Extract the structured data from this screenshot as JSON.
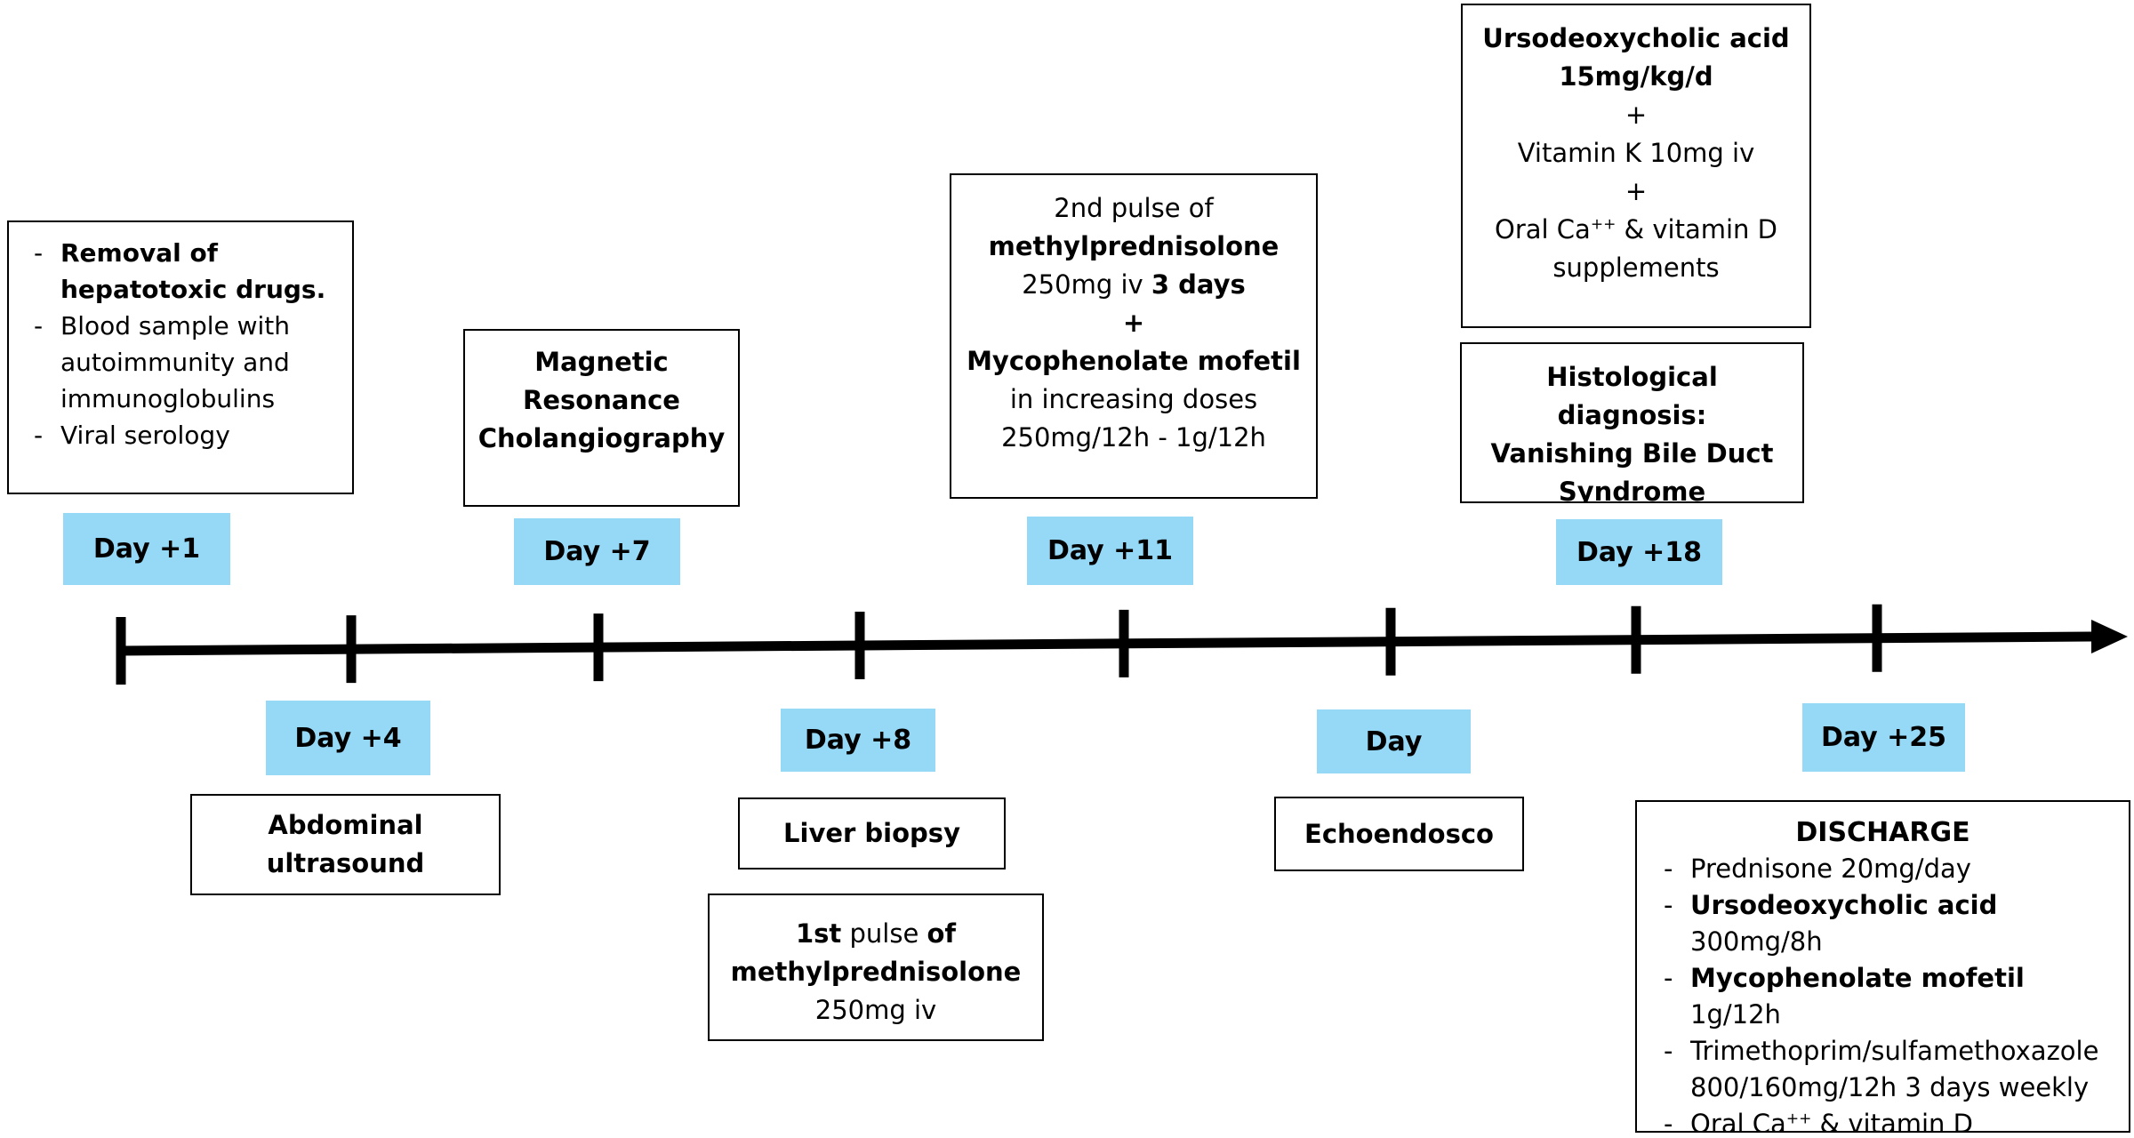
{
  "timeline": {
    "line_color": "#000000",
    "label_color": "#96d9f7"
  },
  "days": {
    "d1": "Day +1",
    "d4": "Day +4",
    "d7": "Day +7",
    "d8": "Day +8",
    "d11": "Day +11",
    "d_unnumbered": "Day",
    "d18": "Day +18",
    "d25": "Day +25"
  },
  "box_day1": {
    "item1": "Removal of hepatotoxic drugs.",
    "item2": "Blood sample with autoimmunity and immunoglobulins",
    "item3": "Viral serology"
  },
  "box_day4": {
    "l1": "Abdominal",
    "l2": "ultrasound"
  },
  "box_day7": {
    "text": "Magnetic Resonance Cholangiography"
  },
  "box_day8_biopsy": {
    "text": "Liver biopsy"
  },
  "box_day8_pulse": {
    "p1": "1st",
    "p2": " pulse ",
    "p3": "of",
    "p4": "methylprednisolone",
    "p5": "250mg iv"
  },
  "box_day11": {
    "l1": "2nd pulse of",
    "l2": "methylprednisolone",
    "l3a": "250mg iv ",
    "l3b": "3 days",
    "l4": "+",
    "l5a": "Mycophenolate mofetil",
    "l5b": " in increasing doses 250mg/12h - 1g/12h"
  },
  "box_echo": {
    "text": "Echoendosco"
  },
  "box_day18_treat": {
    "l1": "Ursodeoxycholic acid",
    "l2": "15mg/kg/d",
    "l3": "+",
    "l4": "Vitamin K 10mg iv",
    "l5": "+",
    "l6a": "Oral Ca",
    "l6sup": "++",
    "l6b": " & vitamin D supplements"
  },
  "box_day18_dx": {
    "l1": "Histological diagnosis:",
    "l2": "Vanishing Bile Duct Syndrome"
  },
  "box_discharge": {
    "title": "DISCHARGE",
    "i1": "Prednisone 20mg/day",
    "i2a": "Ursodeoxycholic acid",
    "i2b": " 300mg/8h",
    "i3a": "Mycophenolate mofetil",
    "i3b": " 1g/12h",
    "i4": "Trimethoprim/sulfamethoxazole 800/160mg/12h 3 days weekly",
    "i5a": "Oral Ca",
    "i5sup": "++",
    "i5b": " & vitamin D"
  }
}
